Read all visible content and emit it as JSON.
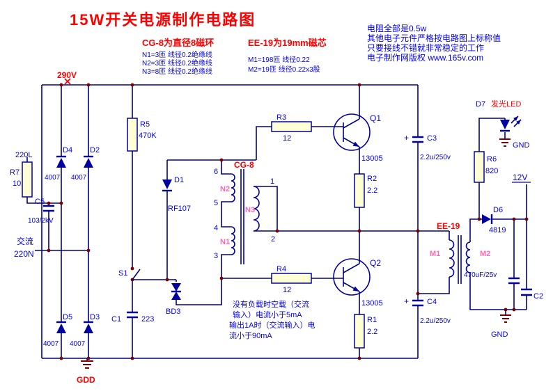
{
  "title": "15W开关电源制作电路图",
  "notes": {
    "line1": "电阻全部是0.5w",
    "line2": "其他电子元件严格按电路图上标称值",
    "line3": "只要接线不错就非常稳定的工作",
    "line4": "电子制作网版权 www.165v.com"
  },
  "cg8_info": {
    "heading": "CG-8为直径8磁环",
    "n1": "N1=3匝 线径0.2绝缘线",
    "n2": "N2=3匝 线径0.2绝缘线",
    "n3": "N3=8匝 线径0.2绝缘线"
  },
  "ee19_info": {
    "heading": "EE-19为19mm磁芯",
    "m1": "M1=198匝 线径0.22",
    "m2": "M2=19匝 线径0.22x3股"
  },
  "load_note": {
    "line1": "没有负载时空载（交流",
    "line2": "输入）电流小于5mA",
    "line3": "输出1A时（交流输入）电",
    "line4": "流小于90mA"
  },
  "terminals": {
    "v290": "290V",
    "ac_l": "220L",
    "ac1": "交流",
    "ac2": "220N",
    "gdd": "GDD",
    "v12": "12V",
    "gnd": "GND"
  },
  "components": {
    "r1": {
      "ref": "R1",
      "val": "2.2"
    },
    "r2": {
      "ref": "R2",
      "val": "2.2"
    },
    "r3": {
      "ref": "R3",
      "val": "12"
    },
    "r4": {
      "ref": "R4",
      "val": "12"
    },
    "r5": {
      "ref": "R5",
      "val": "470K"
    },
    "r6": {
      "ref": "R6",
      "val": "820"
    },
    "r7": {
      "ref": "R7",
      "val": "10"
    },
    "c1": {
      "ref": "C1",
      "val": "223"
    },
    "c2": {
      "ref": "C2"
    },
    "c3": {
      "ref": "C3",
      "val": "2.2u/250v"
    },
    "c4": {
      "ref": "C4",
      "val": "2.2u/250v"
    },
    "c5": {
      "ref": "C5",
      "val": "103/2kV"
    },
    "cout": {
      "val": "470uF/25v"
    },
    "d1": {
      "ref": "D1",
      "val": "RF107"
    },
    "d2": {
      "ref": "D2",
      "val": "4007"
    },
    "d3": {
      "ref": "D3",
      "val": "4007"
    },
    "d4": {
      "ref": "D4",
      "val": "4007"
    },
    "d5": {
      "ref": "D5",
      "val": "4007"
    },
    "d6": {
      "ref": "D6",
      "val": "4819"
    },
    "d7": {
      "ref": "D7",
      "val": "发光LED"
    },
    "q1": {
      "ref": "Q1",
      "val": "13005"
    },
    "q2": {
      "ref": "Q2",
      "val": "13005"
    },
    "s1": {
      "ref": "S1"
    },
    "bd3": {
      "ref": "BD3"
    },
    "t_cg8": {
      "ref": "CG-8"
    },
    "t_ee19": {
      "ref": "EE-19"
    }
  },
  "windings": {
    "n1": "N1",
    "n2": "N2",
    "n3": "N3",
    "m1": "M1",
    "m2": "M2"
  },
  "pins": {
    "p1": "1",
    "p2": "2",
    "p3": "3",
    "p4": "4",
    "p5": "5",
    "p6": "6"
  },
  "plus": "+",
  "colors": {
    "wire": "#000080",
    "component": "#0000a0",
    "red_text": "#ff0000",
    "blue_text": "#0000ee",
    "pink_text": "#ff69b4",
    "junction": "#7b0000",
    "background": "#ffffff"
  }
}
